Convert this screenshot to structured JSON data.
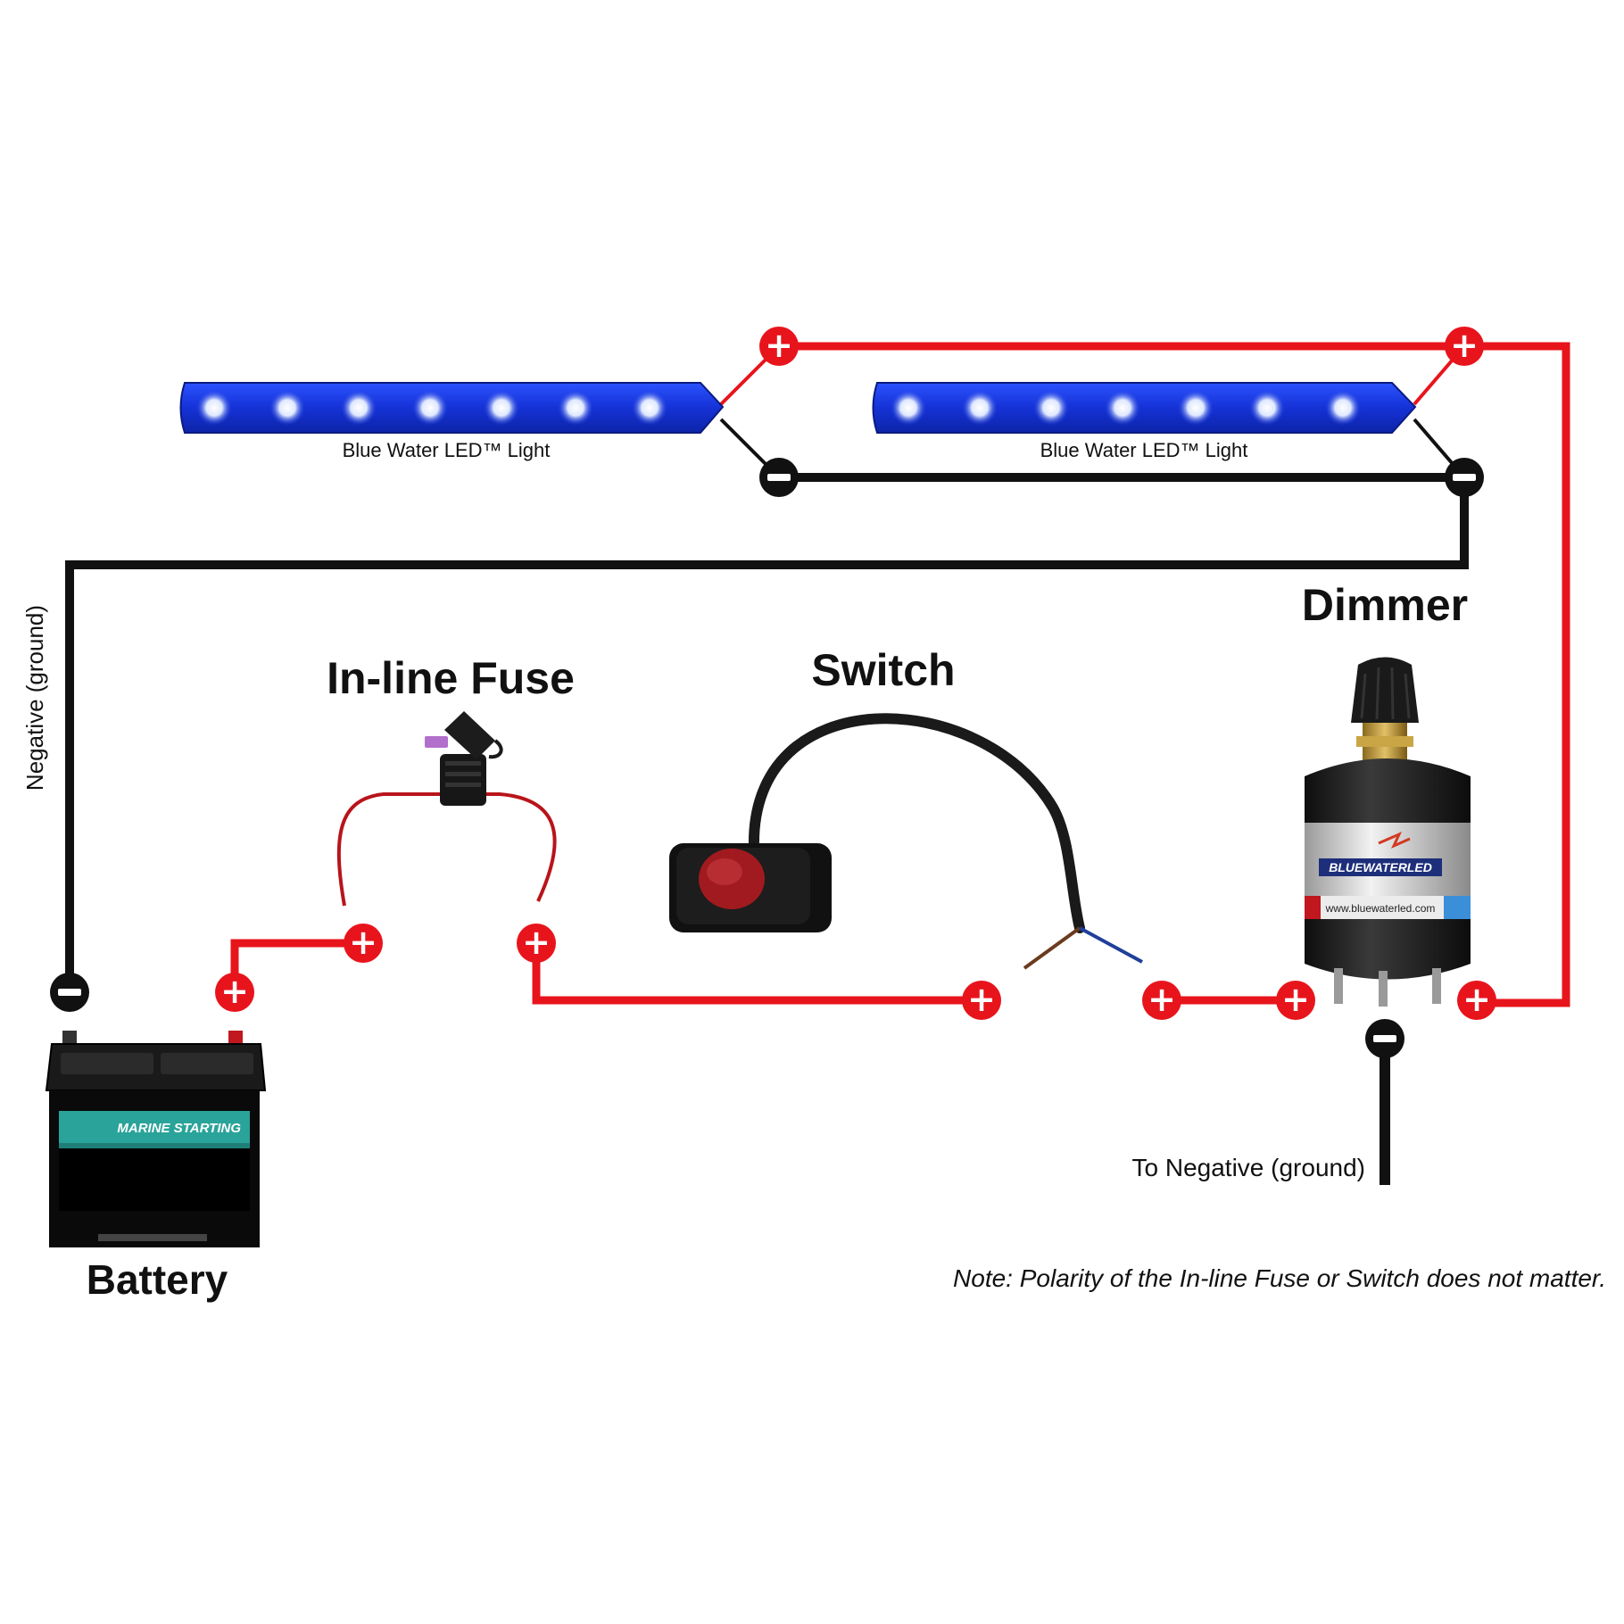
{
  "labels": {
    "led_light_left": "Blue Water LED™ Light",
    "led_light_right": "Blue Water LED™ Light",
    "dimmer": "Dimmer",
    "inline_fuse": "In-line Fuse",
    "switch": "Switch",
    "battery": "Battery",
    "negative_ground": "Negative (ground)",
    "to_negative_ground": "To Negative (ground)",
    "note": "Note: Polarity of the In-line Fuse or Switch does not matter."
  },
  "battery_label": "MARINE STARTING",
  "dimmer_brand": "BLUEWATERLED",
  "dimmer_url": "www.bluewaterled.com",
  "terminal_symbols": {
    "positive": "+",
    "negative": "−"
  },
  "colors": {
    "positive_wire": "#e8141c",
    "negative_wire": "#111111",
    "led_blue": "#1c3fe0",
    "battery_teal": "#2aa39a"
  },
  "icons": {
    "led_strip": "led-strip-icon",
    "battery": "battery-icon",
    "fuse": "fuse-icon",
    "switch": "push-button-switch-icon",
    "dimmer": "dimmer-knob-icon"
  }
}
